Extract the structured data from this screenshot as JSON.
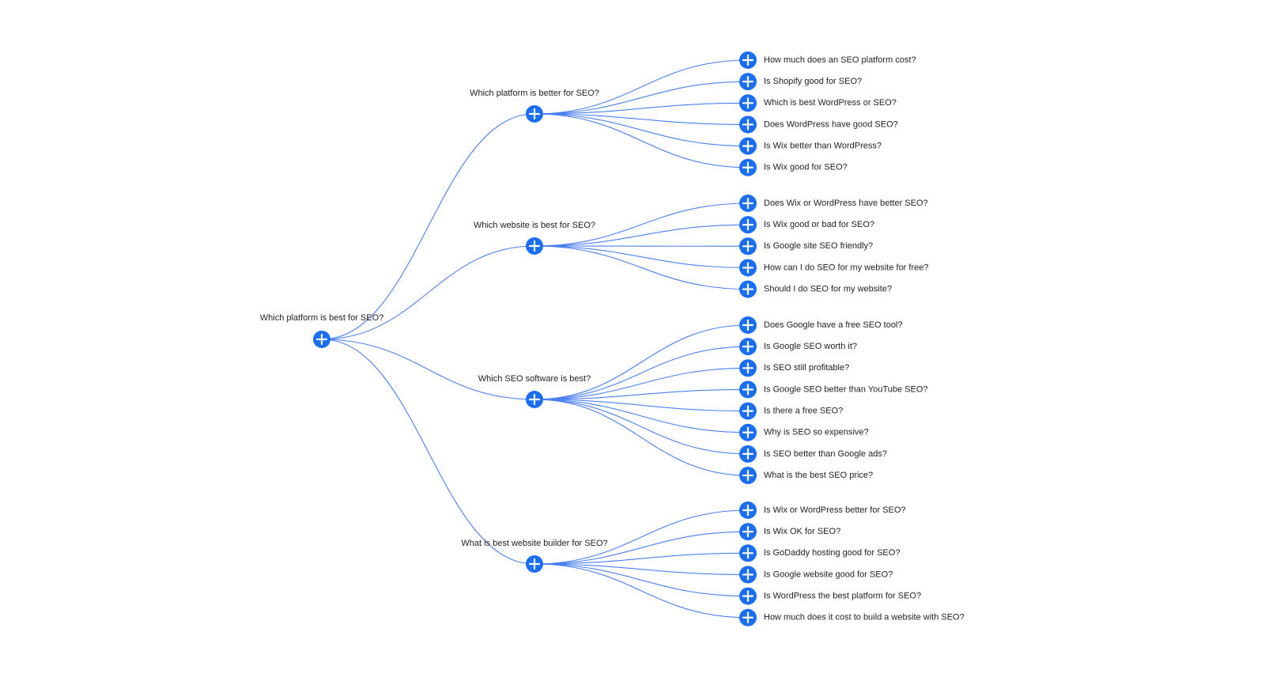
{
  "accent_color": "#1a6ef5",
  "edge_color": "#4a7ff0",
  "node_icon": "plus-circle-icon",
  "tree": {
    "root": {
      "label": "Which platform is best for SEO?",
      "children": [
        {
          "label": "Which platform is better for SEO?",
          "children": [
            "How much does an SEO platform cost?",
            "Is Shopify good for SEO?",
            "Which is best WordPress or SEO?",
            "Does WordPress have good SEO?",
            "Is Wix better than WordPress?",
            "Is Wix good for SEO?"
          ]
        },
        {
          "label": "Which website is best for SEO?",
          "children": [
            "Does Wix or WordPress have better SEO?",
            "Is Wix good or bad for SEO?",
            "Is Google site SEO friendly?",
            "How can I do SEO for my website for free?",
            "Should I do SEO for my website?"
          ]
        },
        {
          "label": "Which SEO software is best?",
          "children": [
            "Does Google have a free SEO tool?",
            "Is Google SEO worth it?",
            "Is SEO still profitable?",
            "Is Google SEO better than YouTube SEO?",
            "Is there a free SEO?",
            "Why is SEO so expensive?",
            "Is SEO better than Google ads?",
            "What is the best SEO price?"
          ]
        },
        {
          "label": "What is best website builder for SEO?",
          "children": [
            "Is Wix or WordPress better for SEO?",
            "Is Wix OK for SEO?",
            "Is GoDaddy hosting good for SEO?",
            "Is Google website good for SEO?",
            "Is WordPress the best platform for SEO?",
            "How much does it cost to build a website with SEO?"
          ]
        }
      ]
    }
  }
}
